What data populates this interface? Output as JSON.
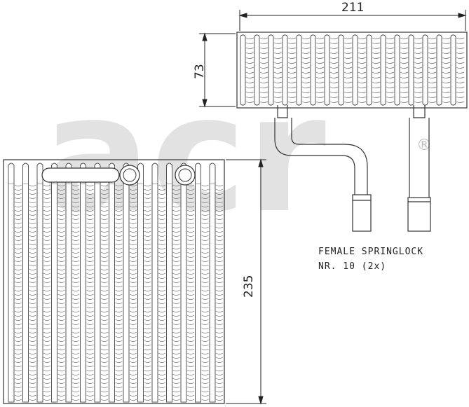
{
  "brand": {
    "logo_text": "acr",
    "registered_mark": "®",
    "logo_color": "#d8d8d8"
  },
  "dimensions": {
    "width_top": "211",
    "height_top": "73",
    "height_front": "235"
  },
  "note": {
    "line1": "FEMALE SPRINGLOCK",
    "line2": "NR. 10 (2x)"
  },
  "colors": {
    "line": "#222222",
    "fin": "#555555"
  }
}
